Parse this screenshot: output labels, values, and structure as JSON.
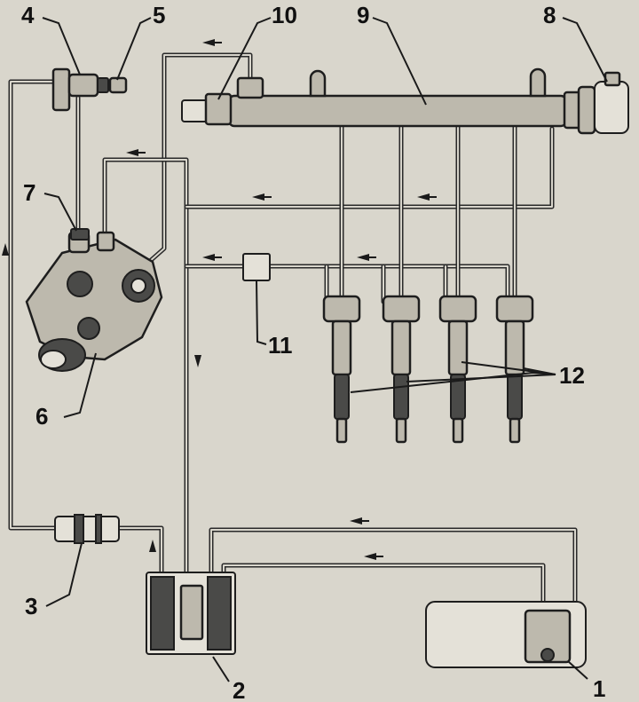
{
  "diagram": {
    "callouts": [
      {
        "id": "1",
        "label": "1"
      },
      {
        "id": "2",
        "label": "2"
      },
      {
        "id": "3",
        "label": "3"
      },
      {
        "id": "4",
        "label": "4"
      },
      {
        "id": "5",
        "label": "5"
      },
      {
        "id": "6",
        "label": "6"
      },
      {
        "id": "7",
        "label": "7"
      },
      {
        "id": "8",
        "label": "8"
      },
      {
        "id": "9",
        "label": "9"
      },
      {
        "id": "10",
        "label": "10"
      },
      {
        "id": "11",
        "label": "11"
      },
      {
        "id": "12",
        "label": "12"
      }
    ],
    "colors": {
      "background": "#d9d6cc",
      "line": "#2a2a2a",
      "component_fill": "#bdb9ad",
      "dark_fill": "#4a4a48"
    },
    "icons": {
      "flow_arrow": "flow-arrow-icon",
      "injector": "injector-icon",
      "pump": "high-pressure-pump-icon",
      "filter": "fuel-filter-icon",
      "tank": "fuel-tank-icon"
    }
  }
}
